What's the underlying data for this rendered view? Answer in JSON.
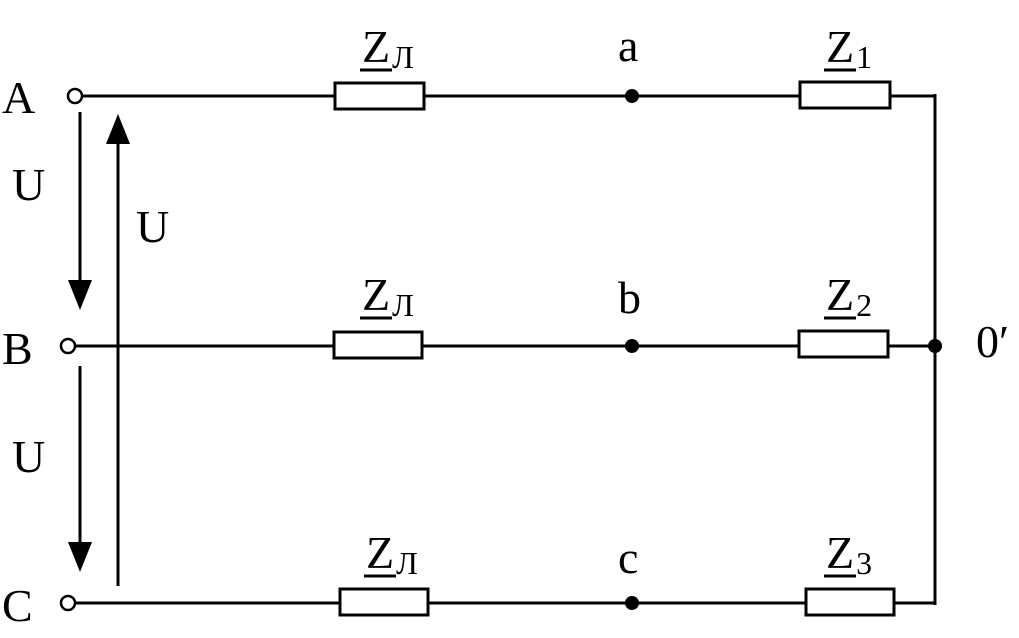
{
  "terminals": {
    "A": "A",
    "B": "B",
    "C": "C"
  },
  "voltages": {
    "u_ab": "U",
    "u_ca": "U",
    "u_bc": "U"
  },
  "nodes": {
    "a": "a",
    "b": "b",
    "c": "c",
    "neutral": "0′"
  },
  "line_impedances": {
    "phase_a": {
      "main": "Z",
      "sub": "Л"
    },
    "phase_b": {
      "main": "Z",
      "sub": "Л"
    },
    "phase_c": {
      "main": "Z",
      "sub": "Л"
    }
  },
  "load_impedances": {
    "z1": {
      "main": "Z",
      "sub": "1"
    },
    "z2": {
      "main": "Z",
      "sub": "2"
    },
    "z3": {
      "main": "Z",
      "sub": "3"
    }
  }
}
